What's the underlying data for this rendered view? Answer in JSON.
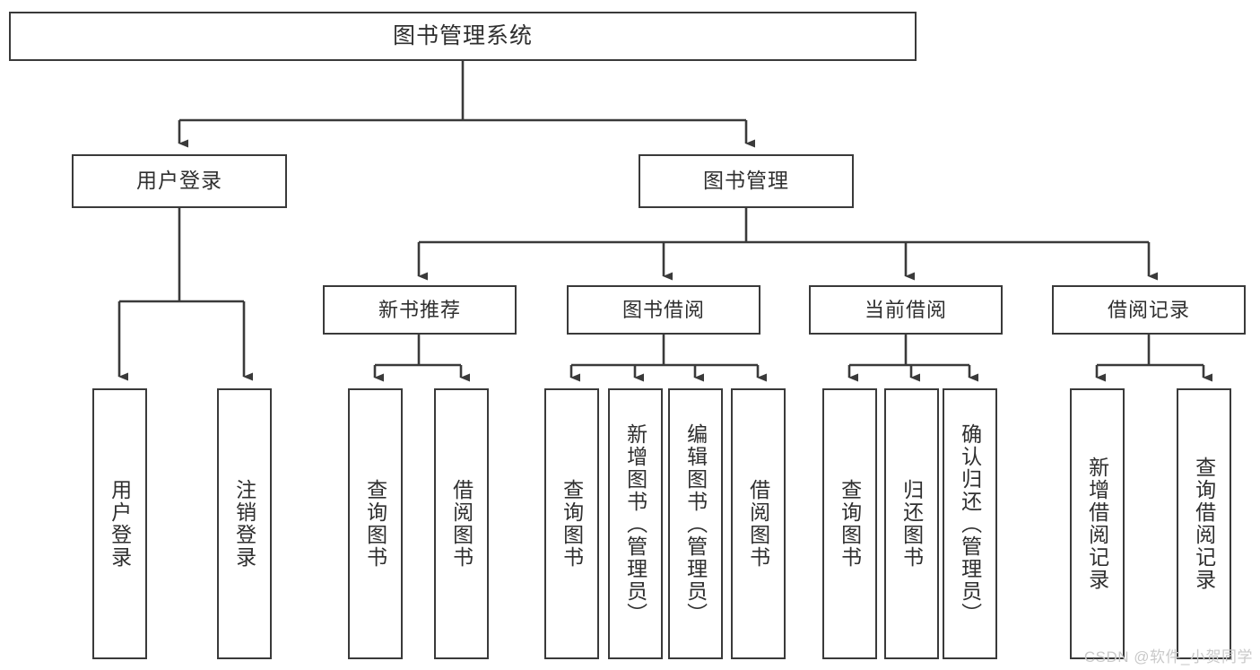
{
  "diagram": {
    "type": "tree-hierarchy",
    "title": "图书管理系统",
    "root": {
      "id": "root",
      "label": "图书管理系统"
    },
    "level2": [
      {
        "id": "user-login",
        "label": "用户登录"
      },
      {
        "id": "book-management",
        "label": "图书管理"
      }
    ],
    "level3": [
      {
        "id": "new-book-recommend",
        "label": "新书推荐",
        "parent": "book-management"
      },
      {
        "id": "book-borrow",
        "label": "图书借阅",
        "parent": "book-management"
      },
      {
        "id": "current-borrow",
        "label": "当前借阅",
        "parent": "book-management"
      },
      {
        "id": "borrow-record",
        "label": "借阅记录",
        "parent": "book-management"
      }
    ],
    "leaves": [
      {
        "id": "leaf-user-login",
        "label": "用户登录",
        "parent": "user-login"
      },
      {
        "id": "leaf-logout-login",
        "label": "注销登录",
        "parent": "user-login"
      },
      {
        "id": "leaf-query-book-1",
        "label": "查询图书",
        "parent": "new-book-recommend"
      },
      {
        "id": "leaf-borrow-book-1",
        "label": "借阅图书",
        "parent": "new-book-recommend"
      },
      {
        "id": "leaf-query-book-2",
        "label": "查询图书",
        "parent": "book-borrow"
      },
      {
        "id": "leaf-add-book",
        "label": "新增图书（管理员）",
        "parent": "book-borrow"
      },
      {
        "id": "leaf-edit-book",
        "label": "编辑图书（管理员）",
        "parent": "book-borrow"
      },
      {
        "id": "leaf-borrow-book-2",
        "label": "借阅图书",
        "parent": "book-borrow"
      },
      {
        "id": "leaf-query-book-3",
        "label": "查询图书",
        "parent": "current-borrow"
      },
      {
        "id": "leaf-return-book",
        "label": "归还图书",
        "parent": "current-borrow"
      },
      {
        "id": "leaf-confirm-return",
        "label": "确认归还（管理员）",
        "parent": "current-borrow"
      },
      {
        "id": "leaf-add-record",
        "label": "新增借阅记录",
        "parent": "borrow-record"
      },
      {
        "id": "leaf-query-record",
        "label": "查询借阅记录",
        "parent": "borrow-record"
      }
    ],
    "colors": {
      "box_border": "#3a3a3a",
      "box_fill": "#ffffff",
      "connector": "#3a3a3a",
      "text": "#2f2f2f",
      "watermark": "#c9c9c9",
      "background": "#ffffff"
    }
  },
  "watermark": {
    "text": "CSDN @软件_小贺同学"
  }
}
